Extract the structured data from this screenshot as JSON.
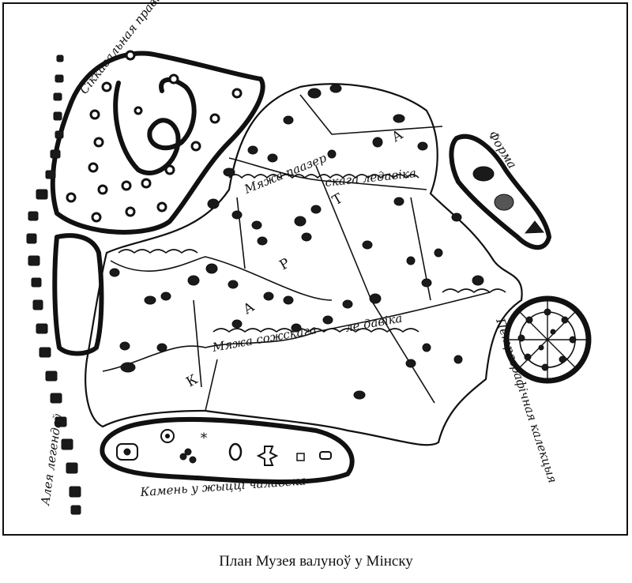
{
  "caption": "План Музея валуноў у Мінску",
  "labels": {
    "seepage": "Сіккавальная правінцыя",
    "form": "Форма",
    "moraine_poozer": "Мяжа паазер",
    "glacier_stage": "скага ледавіка",
    "petro": "Петраграфічная калекцыя",
    "sozh_boundary": "Мяжа сожскага",
    "sozh_glacier": "ле  давіка",
    "legend_alley": "Алея легендаў",
    "stone_life": "Камень у жыцці чалавека"
  },
  "map_letters": [
    "К",
    "А",
    "Р",
    "Т",
    "А"
  ],
  "colors": {
    "ink": "#111111",
    "paper": "#ffffff"
  }
}
